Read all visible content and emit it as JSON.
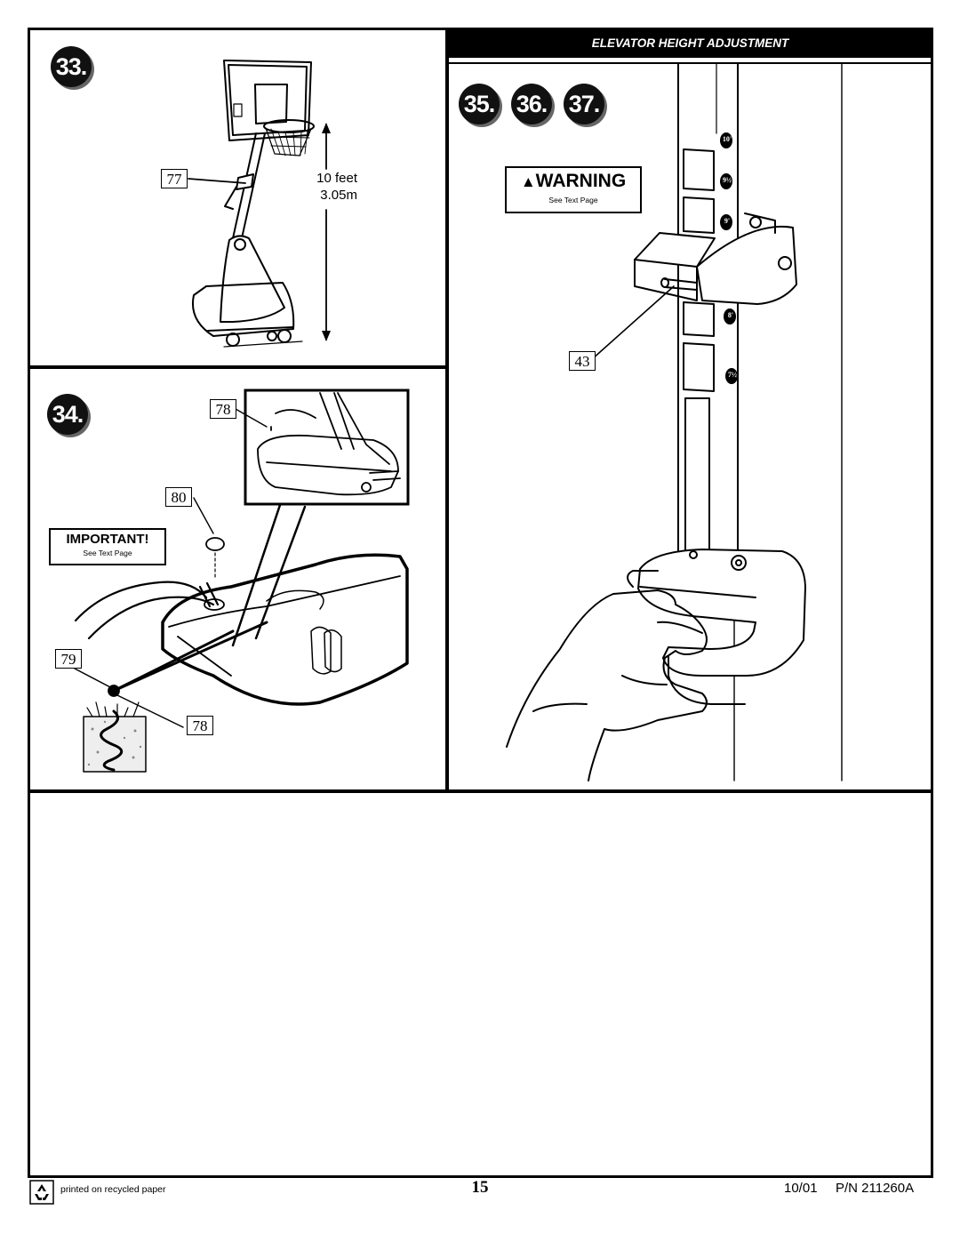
{
  "steps": {
    "s33": "33.",
    "s34": "34.",
    "s35": "35.",
    "s36": "36.",
    "s37": "37."
  },
  "section_title": "ELEVATOR HEIGHT ADJUSTMENT",
  "height_label": {
    "feet": "10 feet",
    "meters": "3.05m"
  },
  "callouts": {
    "c77": "77",
    "c78a": "78",
    "c80": "80",
    "c79": "79",
    "c78b": "78",
    "c43": "43"
  },
  "warning": {
    "title": "WARNING",
    "subtitle": "See Text Page"
  },
  "important": {
    "title": "IMPORTANT!",
    "subtitle": "See Text Page"
  },
  "pole_marks": [
    "10'",
    "9½",
    "9'",
    "8'",
    "7½"
  ],
  "footer": {
    "recycled": "printed on recycled paper",
    "page_number": "15",
    "date": "10/01",
    "part_number": "P/N 211260A"
  }
}
